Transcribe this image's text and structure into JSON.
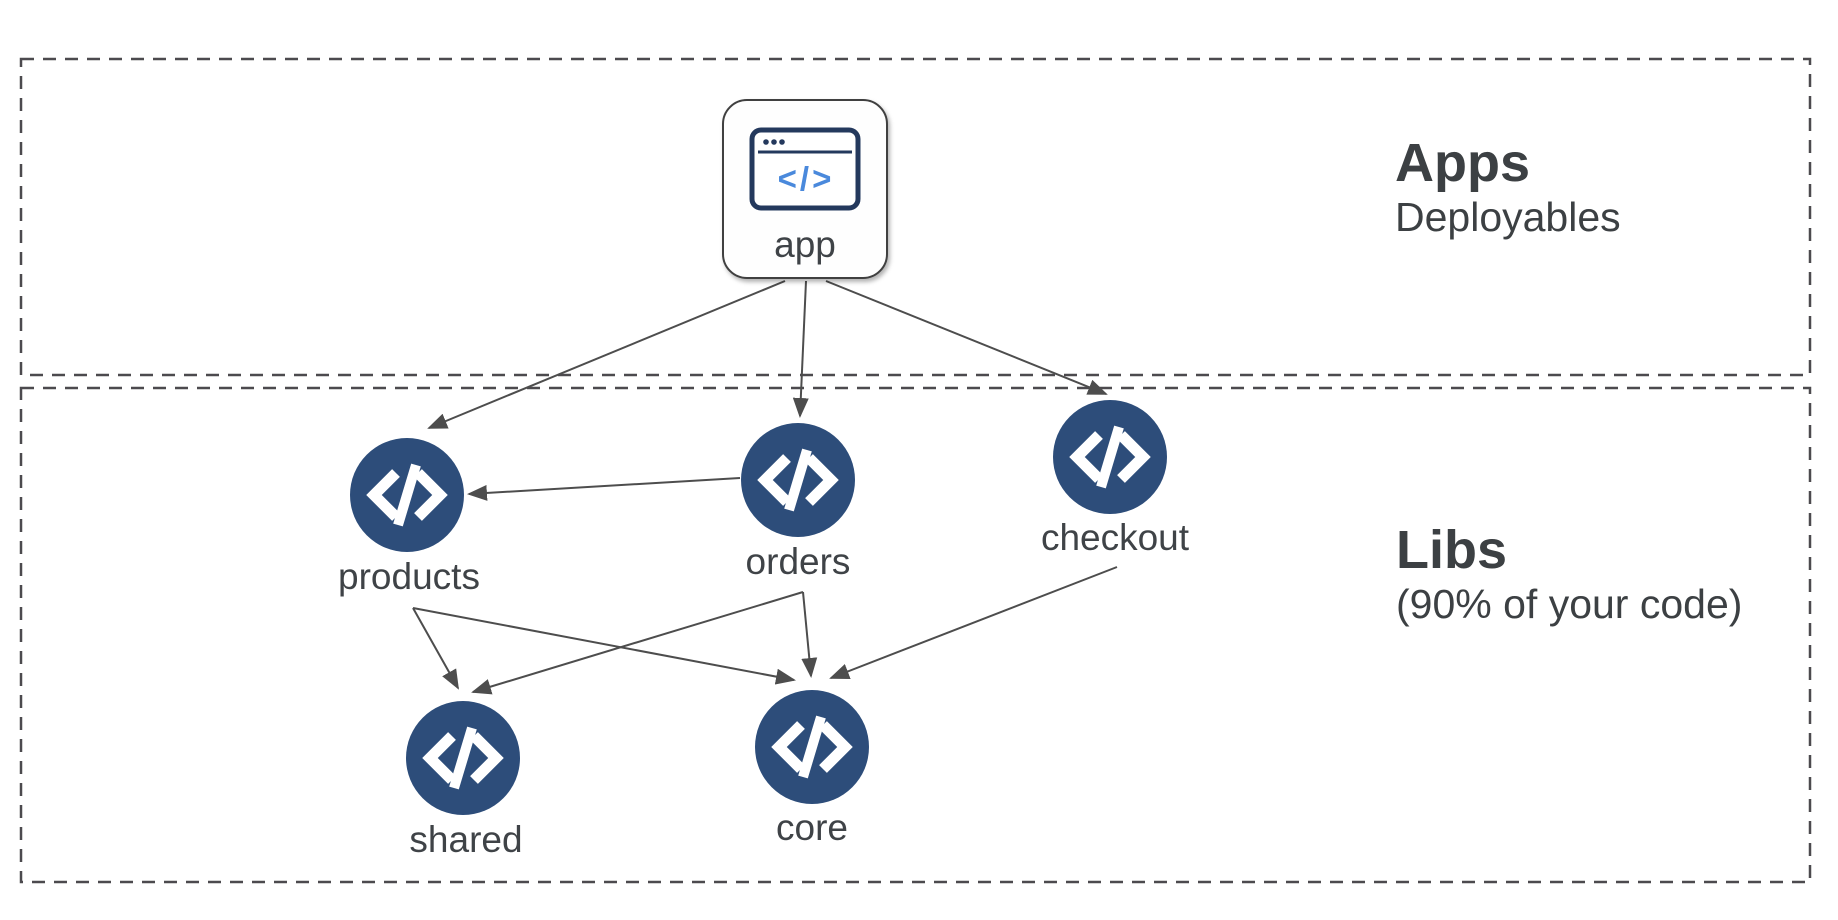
{
  "diagram": {
    "type": "dependency-graph",
    "sections": [
      {
        "id": "apps",
        "title": "Apps",
        "subtitle": "Deployables"
      },
      {
        "id": "libs",
        "title": "Libs",
        "subtitle": "(90% of your code)"
      }
    ],
    "nodes": {
      "app": {
        "label": "app",
        "type": "application",
        "icon": "browser-code-icon",
        "glyph": "</>"
      },
      "products": {
        "label": "products",
        "type": "library",
        "icon": "code-icon",
        "glyph": "</>"
      },
      "orders": {
        "label": "orders",
        "type": "library",
        "icon": "code-icon",
        "glyph": "</>"
      },
      "checkout": {
        "label": "checkout",
        "type": "library",
        "icon": "code-icon",
        "glyph": "</>"
      },
      "shared": {
        "label": "shared",
        "type": "library",
        "icon": "code-icon",
        "glyph": "</>"
      },
      "core": {
        "label": "core",
        "type": "library",
        "icon": "code-icon",
        "glyph": "</>"
      }
    },
    "edges": [
      {
        "from": "app",
        "to": "products"
      },
      {
        "from": "app",
        "to": "orders"
      },
      {
        "from": "app",
        "to": "checkout"
      },
      {
        "from": "orders",
        "to": "products"
      },
      {
        "from": "products",
        "to": "shared"
      },
      {
        "from": "products",
        "to": "core"
      },
      {
        "from": "orders",
        "to": "shared"
      },
      {
        "from": "orders",
        "to": "core"
      },
      {
        "from": "checkout",
        "to": "core"
      }
    ],
    "colors": {
      "background": "#ffffff",
      "node_fill": "#2d4d7a",
      "node_glyph": "#ffffff",
      "edge": "#4d4d4d",
      "dashed_border": "#4c4a4e",
      "label_text": "#3f4347",
      "title_text": "#3c4043",
      "browser_icon": "#24395d",
      "browser_code_blue": "#4a89dc"
    }
  }
}
